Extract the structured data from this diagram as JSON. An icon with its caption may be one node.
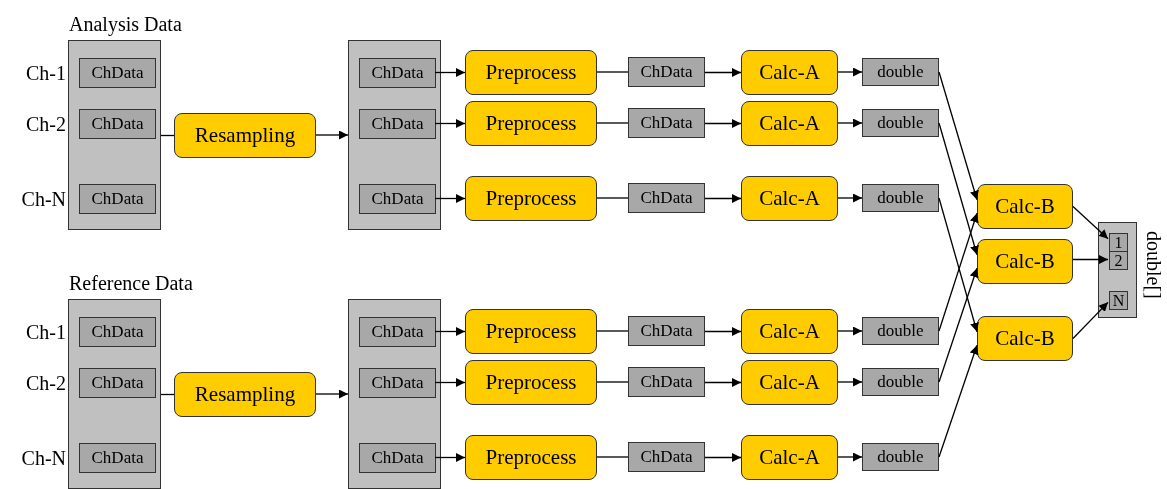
{
  "diagram": {
    "nodes": [
      {
        "text": [
          "Analysis Data"
        ]
      },
      {
        "text": [
          "ChData"
        ],
        "in": 0,
        "beside": [
          "Ch-1"
        ]
      },
      {
        "text": [
          "ChData"
        ],
        "in": 0,
        "beside": [
          "Ch-2"
        ]
      },
      {
        "text": [
          "ChData"
        ],
        "in": 0,
        "beside": [
          "Ch-N"
        ]
      },
      {
        "text": [
          "Resampling"
        ]
      },
      {
        "text": [],
        "shape": "box"
      },
      {
        "text": [
          "ChData"
        ],
        "in": 5
      },
      {
        "text": [
          "ChData"
        ],
        "in": 5
      },
      {
        "text": [
          "ChData"
        ],
        "in": 5
      },
      {
        "text": [
          "Preprocess"
        ]
      },
      {
        "text": [
          "ChData"
        ]
      },
      {
        "text": [
          "Calc-A"
        ]
      },
      {
        "text": [
          "double"
        ]
      },
      {
        "text": [
          "Preprocess"
        ]
      },
      {
        "text": [
          "ChData"
        ]
      },
      {
        "text": [
          "Calc-A"
        ]
      },
      {
        "text": [
          "double"
        ]
      },
      {
        "text": [
          "Preprocess"
        ]
      },
      {
        "text": [
          "ChData"
        ]
      },
      {
        "text": [
          "Calc-A"
        ]
      },
      {
        "text": [
          "double"
        ]
      },
      {
        "text": [
          "Reference Data"
        ]
      },
      {
        "text": [
          "ChData"
        ],
        "in": 21,
        "beside": [
          "Ch-1"
        ]
      },
      {
        "text": [
          "ChData"
        ],
        "in": 21,
        "beside": [
          "Ch-2"
        ]
      },
      {
        "text": [
          "ChData"
        ],
        "in": 21,
        "beside": [
          "Ch-N"
        ]
      },
      {
        "text": [
          "Resampling"
        ]
      },
      {
        "text": [],
        "shape": "box"
      },
      {
        "text": [
          "ChData"
        ],
        "in": 26
      },
      {
        "text": [
          "ChData"
        ],
        "in": 26
      },
      {
        "text": [
          "ChData"
        ],
        "in": 26
      },
      {
        "text": [
          "Preprocess"
        ]
      },
      {
        "text": [
          "ChData"
        ]
      },
      {
        "text": [
          "Calc-A"
        ]
      },
      {
        "text": [
          "double"
        ]
      },
      {
        "text": [
          "Preprocess"
        ]
      },
      {
        "text": [
          "ChData"
        ]
      },
      {
        "text": [
          "Calc-A"
        ]
      },
      {
        "text": [
          "double"
        ]
      },
      {
        "text": [
          "Preprocess"
        ]
      },
      {
        "text": [
          "ChData"
        ]
      },
      {
        "text": [
          "Calc-A"
        ]
      },
      {
        "text": [
          "double"
        ]
      },
      {
        "text": [
          "Calc-B"
        ]
      },
      {
        "text": [
          "Calc-B"
        ]
      },
      {
        "text": [
          "Calc-B"
        ]
      },
      {
        "text": [
          "double[]"
        ]
      },
      {
        "text": [
          "1"
        ],
        "in": 45
      },
      {
        "text": [
          "2"
        ],
        "in": 45
      },
      {
        "text": [
          "N"
        ],
        "in": 45
      }
    ],
    "edges": [
      {
        "from": 0,
        "to": 4,
        "arrow": "none"
      },
      {
        "from": 4,
        "to": 5,
        "arrow": "to"
      },
      {
        "from": 6,
        "to": 9,
        "arrow": "to"
      },
      {
        "from": 9,
        "to": 10,
        "arrow": "none"
      },
      {
        "from": 10,
        "to": 11,
        "arrow": "to"
      },
      {
        "from": 11,
        "to": 12,
        "arrow": "to"
      },
      {
        "from": 12,
        "to": 42,
        "arrow": "to"
      },
      {
        "from": 7,
        "to": 13,
        "arrow": "to"
      },
      {
        "from": 13,
        "to": 14,
        "arrow": "none"
      },
      {
        "from": 14,
        "to": 15,
        "arrow": "to"
      },
      {
        "from": 15,
        "to": 16,
        "arrow": "to"
      },
      {
        "from": 16,
        "to": 43,
        "arrow": "to"
      },
      {
        "from": 8,
        "to": 17,
        "arrow": "to"
      },
      {
        "from": 17,
        "to": 18,
        "arrow": "none"
      },
      {
        "from": 18,
        "to": 19,
        "arrow": "to"
      },
      {
        "from": 19,
        "to": 20,
        "arrow": "to"
      },
      {
        "from": 20,
        "to": 44,
        "arrow": "to"
      },
      {
        "from": 21,
        "to": 25,
        "arrow": "none"
      },
      {
        "from": 25,
        "to": 26,
        "arrow": "to"
      },
      {
        "from": 27,
        "to": 30,
        "arrow": "to"
      },
      {
        "from": 30,
        "to": 31,
        "arrow": "none"
      },
      {
        "from": 31,
        "to": 32,
        "arrow": "to"
      },
      {
        "from": 32,
        "to": 33,
        "arrow": "to"
      },
      {
        "from": 33,
        "to": 42,
        "arrow": "to"
      },
      {
        "from": 28,
        "to": 34,
        "arrow": "to"
      },
      {
        "from": 34,
        "to": 35,
        "arrow": "none"
      },
      {
        "from": 35,
        "to": 36,
        "arrow": "to"
      },
      {
        "from": 36,
        "to": 37,
        "arrow": "to"
      },
      {
        "from": 37,
        "to": 43,
        "arrow": "to"
      },
      {
        "from": 29,
        "to": 38,
        "arrow": "to"
      },
      {
        "from": 38,
        "to": 39,
        "arrow": "none"
      },
      {
        "from": 39,
        "to": 40,
        "arrow": "to"
      },
      {
        "from": 40,
        "to": 41,
        "arrow": "to"
      },
      {
        "from": 41,
        "to": 44,
        "arrow": "to"
      },
      {
        "from": 42,
        "to": 46,
        "arrow": "to"
      },
      {
        "from": 43,
        "to": 47,
        "arrow": "to"
      },
      {
        "from": 44,
        "to": 48,
        "arrow": "to"
      }
    ]
  }
}
